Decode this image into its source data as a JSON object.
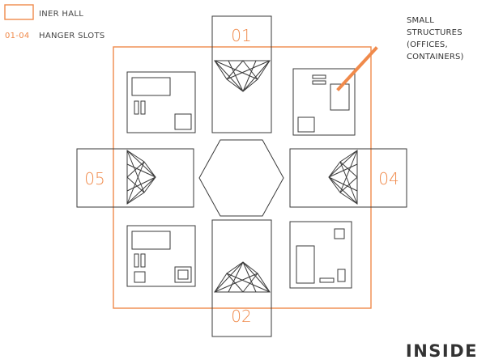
{
  "legend": {
    "hall_label": "INER HALL",
    "slots_code": "01-04",
    "slots_label": "HANGER SLOTS"
  },
  "slots": {
    "top": "01",
    "bottom": "02",
    "right": "04",
    "left": "05"
  },
  "annotation": {
    "lines": [
      "SMALL",
      "STRUCTURES",
      "(OFFICES,",
      "CONTAINERS)"
    ]
  },
  "view_label": "INSIDE",
  "colors": {
    "accent": "#f08a4b",
    "line": "#3a3a3a"
  }
}
